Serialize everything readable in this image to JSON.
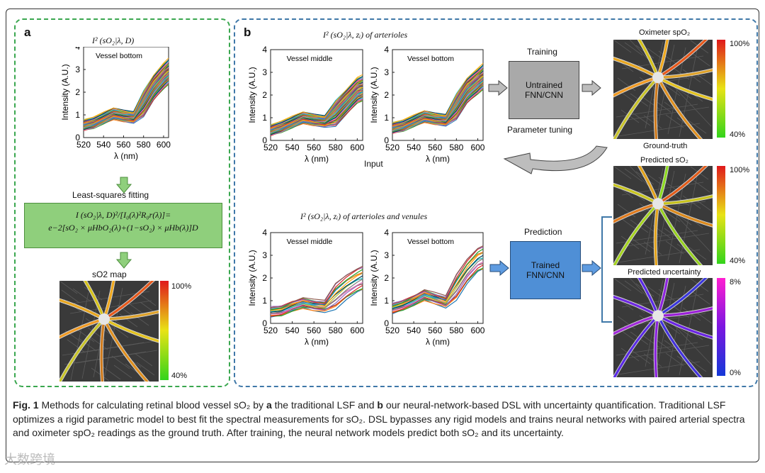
{
  "panel_a": {
    "letter": "a",
    "chart_title": "I² (sO₂|λ, D)",
    "lsq_label": "Least-squares fitting",
    "equation_line1": "I (sO₂|λ, D)²/[I₀(λ)²R₀r(λ)]=",
    "equation_line2": "e−2[sO₂ × μHbO₂(λ)+(1−sO₂) × μHb(λ)]D",
    "map_title": "sO2 map",
    "colorbar_top": "100%",
    "colorbar_bottom": "40%"
  },
  "panel_b": {
    "letter": "b",
    "top_title": "I² (sO₂|λ, zᵢ) of arterioles",
    "input_label": "Input",
    "training_label": "Training",
    "untrained_label": "Untrained FNN/CNN",
    "parameter_label": "Parameter tuning",
    "bottom_title": "I² (sO₂|λ, zᵢ) of arterioles and venules",
    "prediction_label": "Prediction",
    "trained_label": "Trained FNN/CNN",
    "oximeter_title": "Oximeter spO₂",
    "ground_truth": "Ground-truth",
    "predicted_title": "Predicted sO₂",
    "uncertainty_title": "Predicted uncertainty",
    "cb1_top": "100%",
    "cb1_bottom": "40%",
    "cb2_top": "100%",
    "cb2_bottom": "40%",
    "cb3_top": "8%",
    "cb3_bottom": "0%"
  },
  "colors": {
    "panel_a_border": "#3aa74f",
    "panel_b_border": "#3f78a8",
    "untrained_box": "#a9a9a9",
    "trained_box": "#4f8fd6",
    "lsq_box": "#8fcf7c"
  },
  "caption": {
    "label": "Fig. 1",
    "seg1": " Methods for calculating retinal blood vessel sO₂ by ",
    "a": "a",
    "seg2": " the traditional LSF and ",
    "b": "b",
    "seg3": " our neural-network-based DSL with uncertainty quantification. Traditional LSF optimizes a rigid parametric model to best fit the spectral measurements for sO₂. DSL bypasses any rigid models and trains neural networks with paired arterial spectra and oximeter spO₂ readings as the ground truth. After training, the neural network models predict both sO₂ and its uncertainty."
  },
  "watermark": "大数跨境",
  "chart_data": [
    {
      "type": "line",
      "name_in_figure": "Vessel bottom",
      "x": [
        520,
        530,
        540,
        550,
        560,
        570,
        580,
        590,
        600,
        605
      ],
      "series_center": [
        0.55,
        0.65,
        0.85,
        1.05,
        0.95,
        0.9,
        1.5,
        2.2,
        2.7,
        2.9
      ],
      "series_count": 60,
      "xlabel": "λ (nm)",
      "ylabel": "Intensity (A.U.)",
      "xlim": [
        520,
        605
      ],
      "ylim": [
        0,
        4
      ],
      "xticks": [
        520,
        540,
        560,
        580,
        600
      ],
      "yticks": [
        0,
        1,
        2,
        3,
        4
      ]
    },
    {
      "type": "line",
      "name_in_figure": "Vessel middle",
      "x": [
        520,
        530,
        540,
        550,
        560,
        570,
        580,
        590,
        600,
        605
      ],
      "series_center": [
        0.45,
        0.6,
        0.8,
        1.0,
        0.9,
        0.85,
        1.2,
        1.7,
        2.2,
        2.3
      ],
      "series_count": 60,
      "xlabel": "λ (nm)",
      "ylabel": "Intensity (A.U.)",
      "xlim": [
        520,
        605
      ],
      "ylim": [
        0,
        4
      ],
      "xticks": [
        520,
        540,
        560,
        580,
        600
      ],
      "yticks": [
        0,
        1,
        2,
        3,
        4
      ]
    },
    {
      "type": "line",
      "name_in_figure": "Vessel bottom",
      "x": [
        520,
        530,
        540,
        550,
        560,
        570,
        580,
        590,
        600,
        605
      ],
      "series_center": [
        0.55,
        0.65,
        0.85,
        1.05,
        0.95,
        0.9,
        1.5,
        2.2,
        2.6,
        2.8
      ],
      "series_count": 60,
      "xlabel": "λ (nm)",
      "ylabel": "Intensity (A.U.)",
      "xlim": [
        520,
        605
      ],
      "ylim": [
        0,
        4
      ],
      "xticks": [
        520,
        540,
        560,
        580,
        600
      ],
      "yticks": [
        0,
        1,
        2,
        3,
        4
      ]
    },
    {
      "type": "line",
      "name_in_figure": "Vessel middle",
      "x": [
        520,
        530,
        540,
        550,
        560,
        570,
        580,
        590,
        600,
        605
      ],
      "series_center": [
        0.5,
        0.55,
        0.75,
        0.9,
        0.8,
        0.75,
        1.2,
        1.6,
        1.9,
        2.0
      ],
      "series_count": 18,
      "xlabel": "λ (nm)",
      "ylabel": "Intensity (A.U.)",
      "xlim": [
        520,
        605
      ],
      "ylim": [
        0,
        4
      ],
      "xticks": [
        520,
        540,
        560,
        580,
        600
      ],
      "yticks": [
        0,
        1,
        2,
        3,
        4
      ]
    },
    {
      "type": "line",
      "name_in_figure": "Vessel bottom",
      "x": [
        520,
        530,
        540,
        550,
        560,
        570,
        580,
        590,
        600,
        605
      ],
      "series_center": [
        0.65,
        0.8,
        1.0,
        1.25,
        1.1,
        0.95,
        1.6,
        2.3,
        2.8,
        2.9
      ],
      "series_count": 18,
      "xlabel": "λ (nm)",
      "ylabel": "Intensity (A.U.)",
      "xlim": [
        520,
        605
      ],
      "ylim": [
        0,
        4
      ],
      "xticks": [
        520,
        540,
        560,
        580,
        600
      ],
      "yticks": [
        0,
        1,
        2,
        3,
        4
      ]
    }
  ]
}
